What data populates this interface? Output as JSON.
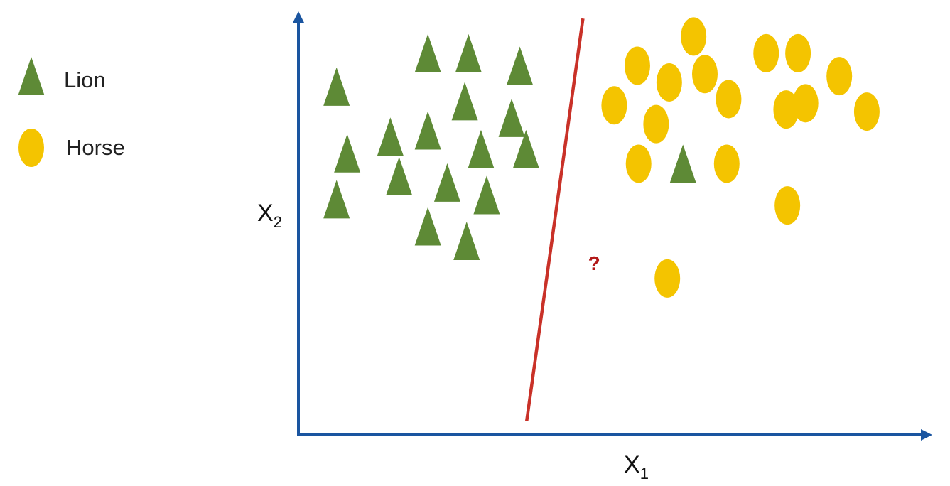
{
  "chart_data": {
    "type": "scatter",
    "title": "",
    "xlabel": {
      "base": "X",
      "sub": "1"
    },
    "ylabel": {
      "base": "X",
      "sub": "2"
    },
    "xlim": [
      0,
      100
    ],
    "ylim": [
      0,
      100
    ],
    "grid": false,
    "legend_position": "top-left, outside plot",
    "series": [
      {
        "name": "Lion",
        "marker": "triangle",
        "color": "#5e8a36",
        "points": [
          [
            6.1,
            83.5
          ],
          [
            7.8,
            67.5
          ],
          [
            6.1,
            56.5
          ],
          [
            14.7,
            71.5
          ],
          [
            16.1,
            62
          ],
          [
            20.7,
            91.5
          ],
          [
            20.7,
            73
          ],
          [
            23.8,
            60.5
          ],
          [
            20.7,
            50
          ],
          [
            26.6,
            80
          ],
          [
            27.2,
            91.5
          ],
          [
            29.2,
            68.5
          ],
          [
            30.1,
            57.5
          ],
          [
            26.9,
            46.5
          ],
          [
            35.4,
            88.5
          ],
          [
            34.1,
            76
          ],
          [
            36.4,
            68.5
          ],
          [
            61.5,
            65
          ]
        ]
      },
      {
        "name": "Horse",
        "marker": "ellipse",
        "color": "#f4c400",
        "points": [
          [
            50.5,
            79
          ],
          [
            54.2,
            88.5
          ],
          [
            59.3,
            84.5
          ],
          [
            63.2,
            95.5
          ],
          [
            65,
            86.5
          ],
          [
            68.8,
            80.5
          ],
          [
            57.2,
            74.5
          ],
          [
            54.4,
            65
          ],
          [
            68.5,
            65
          ],
          [
            74.8,
            91.5
          ],
          [
            79.9,
            91.5
          ],
          [
            78,
            78
          ],
          [
            81.1,
            79.5
          ],
          [
            86.5,
            86
          ],
          [
            90.9,
            77.5
          ],
          [
            78.2,
            55
          ],
          [
            59,
            37.5
          ]
        ]
      }
    ],
    "decision_boundary": {
      "color": "#c93128",
      "from": [
        36.5,
        3.3
      ],
      "to": [
        45.5,
        99.8
      ]
    },
    "annotations": [
      {
        "text": "?",
        "x": 47.3,
        "y": 39.5,
        "color": "#b31919"
      }
    ],
    "colors": {
      "axis": "#1a55a0",
      "background": "#ffffff"
    }
  }
}
